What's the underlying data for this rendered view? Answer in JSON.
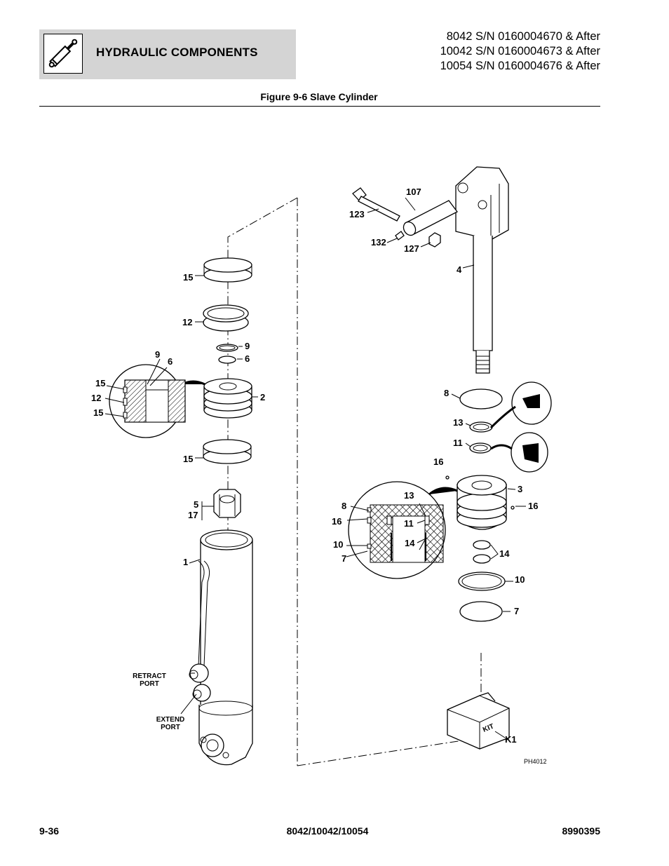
{
  "header": {
    "section_title": "HYDRAULIC COMPONENTS",
    "icon": "hydraulic-cylinder-icon",
    "serials": [
      "8042 S/N 0160004670 & After",
      "10042 S/N 0160004673 & After",
      "10054 S/N 0160004676 & After"
    ]
  },
  "figure": {
    "title": "Figure 9-6 Slave Cylinder",
    "drawing_id": "PH4012",
    "port_labels": {
      "retract_line1": "RETRACT",
      "retract_line2": "PORT",
      "extend_line1": "EXTEND",
      "extend_line2": "PORT"
    },
    "kit_text": "KIT",
    "callouts": {
      "left": {
        "c15_top": "15",
        "c12": "12",
        "c9_a": "9",
        "c6_a": "6",
        "c9_b": "9",
        "c6_b": "6",
        "c2": "2",
        "c15_mid": "15",
        "c5": "5",
        "c17": "17",
        "c1": "1",
        "d15_a": "15",
        "d12": "12",
        "d15_b": "15"
      },
      "right": {
        "c107": "107",
        "c123": "123",
        "c132": "132",
        "c127": "127",
        "c4": "4",
        "c8": "8",
        "c13": "13",
        "c11": "11",
        "c16_a": "16",
        "c3": "3",
        "c16_b": "16",
        "c14": "14",
        "c10": "10",
        "c7": "7",
        "k1": "K1",
        "d13": "13",
        "d8": "8",
        "d16": "16",
        "d11": "11",
        "d14": "14",
        "d10": "10",
        "d7": "7"
      }
    }
  },
  "footer": {
    "page_number": "9-36",
    "models": "8042/10042/10054",
    "part_number": "8990395"
  }
}
